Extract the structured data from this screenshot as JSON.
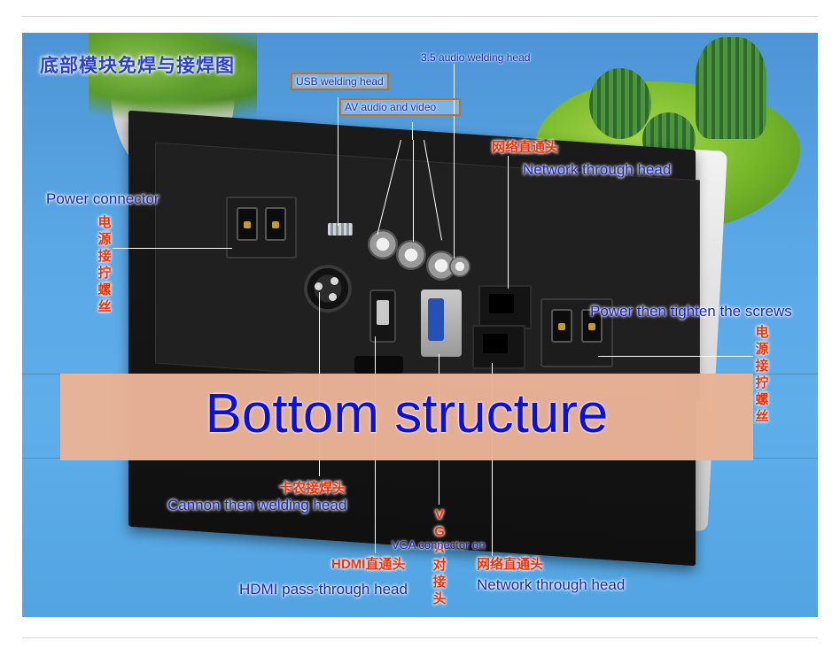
{
  "title_cn": "底部模块免焊与接焊图",
  "labels": {
    "usb": "USB welding head",
    "av": "AV audio and video",
    "audio35": "3.5 audio welding head",
    "net_top_cn": "网络直通头",
    "net_top_en": "Network through head",
    "power_left_en": "Power connector",
    "power_left_cn": "电源接拧螺丝",
    "power_right_en": "Power then tighten the screws",
    "power_right_cn": "电源接拧螺丝",
    "cannon_cn": "卡农接焊头",
    "cannon_en": "Cannon then welding head",
    "vga_en": "VGA connector on",
    "vga_cn": "VGA对接头",
    "hdmi_cn": "HDMI直通头",
    "hdmi_en": "HDMI pass-through head",
    "net_bottom_cn": "网络直通头",
    "net_bottom_en": "Network through head"
  },
  "banner": "Bottom structure"
}
